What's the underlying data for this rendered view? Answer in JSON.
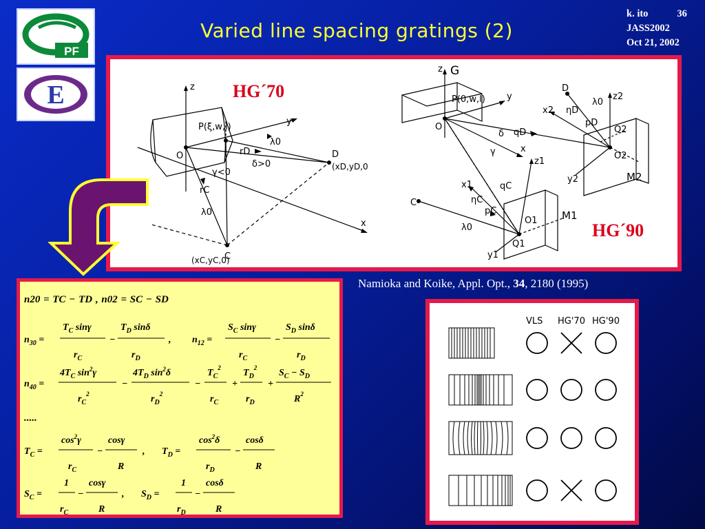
{
  "slide": {
    "title": "Varied line spacing gratings (2)",
    "meta": {
      "author": "k. ito",
      "page": "36",
      "conference": "JASS2002",
      "date": "Oct 21, 2002"
    },
    "logos": [
      "PF",
      "E"
    ],
    "citation": {
      "authors": "Namioka and Koike, Appl. Opt., ",
      "volume": "34",
      "pages": ", 2180 (1995)"
    },
    "colors": {
      "accent_yellow": "#ffff33",
      "border_red": "#e51a4a",
      "label_red": "#d9001b",
      "panel_yellow": "#ffff99"
    }
  },
  "diagram": {
    "label_left": "HG´70",
    "label_right": "HG´90",
    "left": {
      "axes": [
        "z",
        "y",
        "x"
      ],
      "point_P": "P(ξ,w,l)",
      "origin": "O",
      "point_D": "D",
      "coords_D": "(xD,yD,0",
      "point_C": "C",
      "coords_C": "(xC,yC,0)",
      "symbols": [
        "λ0",
        "rD",
        "δ>0",
        "γ<0",
        "rC",
        "λ0"
      ]
    },
    "right": {
      "axes": [
        "z",
        "y",
        "x",
        "z1",
        "x1",
        "y1",
        "z2",
        "x2",
        "y2"
      ],
      "point_P": "P(0,w,l)",
      "origin": "O",
      "labels": [
        "G",
        "D",
        "C",
        "M1",
        "M2",
        "O1",
        "O2",
        "Q1",
        "Q2"
      ],
      "symbols": [
        "ηD",
        "λ0",
        "pD",
        "δ",
        "qD",
        "γ",
        "qC",
        "ηC",
        "pC",
        "λ0"
      ]
    }
  },
  "equations": {
    "rows": [
      "n20 = TC − TD ,   n02 = SC − SD",
      "n30 = TC sinγ / rC − TD sinδ / rD ,   n12 = SC sinγ / rC − SD sinδ / rD",
      "n40 = 4TC sin²γ / rC² − 4TD sin²δ / rD² − TC² / rC + TD² / rD + (SC − SD) / R²",
      ".....",
      "TC = cos²γ / rC − cosγ / R ,   TD = cos²δ / rD − cosδ / R",
      "SC = 1 / rC − cosγ / R ,   SD = 1 / rD − cosδ / R"
    ]
  },
  "vls_table": {
    "headers": [
      "VLS",
      "HG'70",
      "HG'90"
    ],
    "rows": [
      [
        "circle",
        "cross",
        "circle"
      ],
      [
        "circle",
        "circle",
        "circle"
      ],
      [
        "circle",
        "circle",
        "circle"
      ],
      [
        "circle",
        "cross",
        "circle"
      ]
    ]
  }
}
